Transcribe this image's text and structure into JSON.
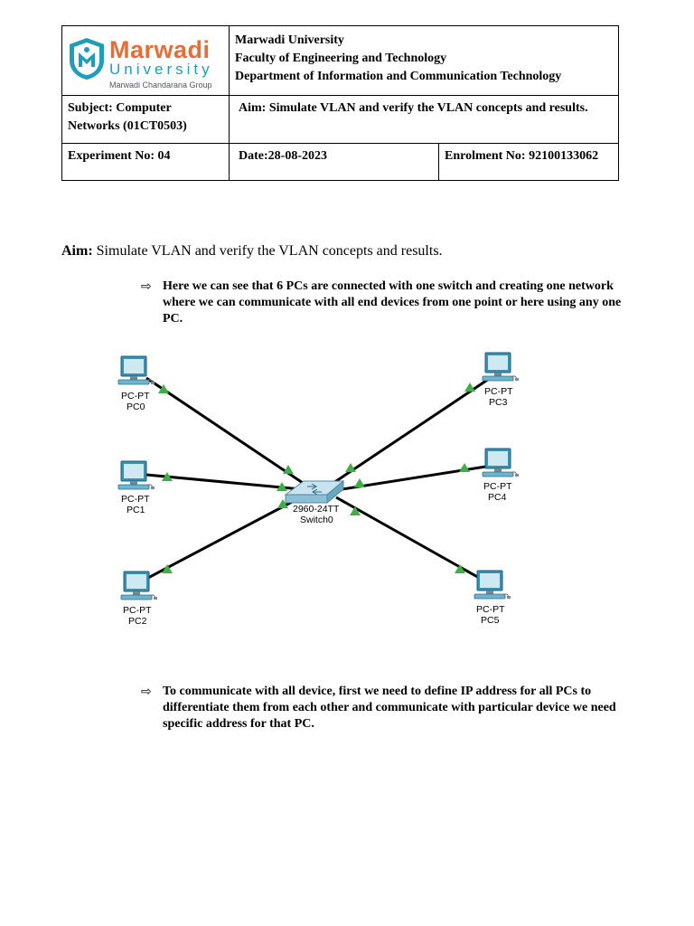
{
  "logo": {
    "word_main_a": "Marwadi",
    "word_sub": "University",
    "group": "Marwadi Chandarana Group"
  },
  "header": {
    "university": "Marwadi University",
    "faculty": "Faculty of Engineering and Technology",
    "department": "Department of Information and Communication Technology",
    "subject": "Subject: Computer Networks (01CT0503)",
    "aim_cell": "Aim: Simulate VLAN and verify the VLAN concepts and results.",
    "experiment": "Experiment No: 04",
    "date_label": "Date:",
    "date_value": "28-08-2023",
    "enrolment": "Enrolment No: 92100133062"
  },
  "aim": {
    "label": "Aim:",
    "text": " Simulate VLAN and verify the VLAN concepts and results."
  },
  "bullets": [
    "Here we can see that 6 PCs are connected with one switch and creating one network where we can communicate with all end devices from one point or here using any one PC.",
    "To communicate with all device, first we need to define IP address for all PCs to differentiate them from each other and communicate with particular device we need specific address for that PC."
  ],
  "bullet_icon": "arrow-right-outline-icon",
  "topology": {
    "switch": {
      "model": "2960-24TT",
      "name": "Switch0"
    },
    "pcs": [
      {
        "type": "PC-PT",
        "name": "PC0"
      },
      {
        "type": "PC-PT",
        "name": "PC1"
      },
      {
        "type": "PC-PT",
        "name": "PC2"
      },
      {
        "type": "PC-PT",
        "name": "PC3"
      },
      {
        "type": "PC-PT",
        "name": "PC4"
      },
      {
        "type": "PC-PT",
        "name": "PC5"
      }
    ],
    "link_status_color": "#3fae49"
  },
  "colors": {
    "logo_orange": "#e46e35",
    "logo_teal": "#1f9dbb",
    "pc_body": "#4aa6c6"
  }
}
